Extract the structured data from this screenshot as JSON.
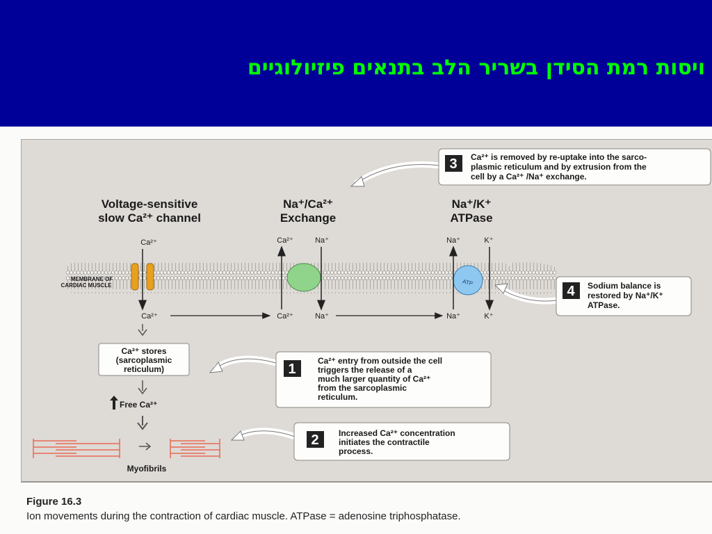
{
  "slide": {
    "title": "ויסות רמת הסידן בשריר הלב בתנאים פיזיולוגיים"
  },
  "figure": {
    "number": "Figure 16.3",
    "caption": "Ion movements during the contraction of cardiac muscle. ATPase = adenosine triphosphatase."
  },
  "diagram": {
    "membrane_label_1": "MEMBRANE OF",
    "membrane_label_2": "CARDIAC MUSCLE",
    "channel_title_1": "Voltage-sensitive",
    "channel_title_2": "slow Ca²⁺ channel",
    "exchange_title_1": "Na⁺/Ca²⁺",
    "exchange_title_2": "Exchange",
    "atpase_title_1": "Na⁺/K⁺",
    "atpase_title_2": "ATPase",
    "atp_label": "ATP",
    "ion_ca": "Ca²⁺",
    "ion_na": "Na⁺",
    "ion_k": "K⁺",
    "stores_1": "Ca²⁺ stores",
    "stores_2": "(sarcoplasmic",
    "stores_3": "reticulum)",
    "free_ca": "Free Ca²⁺",
    "myofibrils": "Myofibrils"
  },
  "callouts": [
    {
      "number": "1",
      "lines": [
        "Ca²⁺ entry from outside the cell",
        "triggers the release of a",
        "much larger quantity of Ca²⁺",
        "from the sarcoplasmic",
        "reticulum."
      ]
    },
    {
      "number": "2",
      "lines": [
        "Increased Ca²⁺ concentration",
        "initiates the contractile",
        "process."
      ]
    },
    {
      "number": "3",
      "lines": [
        "Ca²⁺ is removed by re-uptake into the sarco-",
        "plasmic reticulum and by extrusion from the",
        "cell by a Ca²⁺ /Na⁺ exchange."
      ]
    },
    {
      "number": "4",
      "lines": [
        "Sodium balance is",
        "restored by Na⁺/K⁺",
        "ATPase."
      ]
    }
  ],
  "colors": {
    "header_bg": "#000099",
    "title_color": "#00ff00",
    "channel": "#e8a020",
    "exchanger": "#8fd48a",
    "atpase": "#8ec8f0",
    "myofibril": "#e86a55"
  }
}
